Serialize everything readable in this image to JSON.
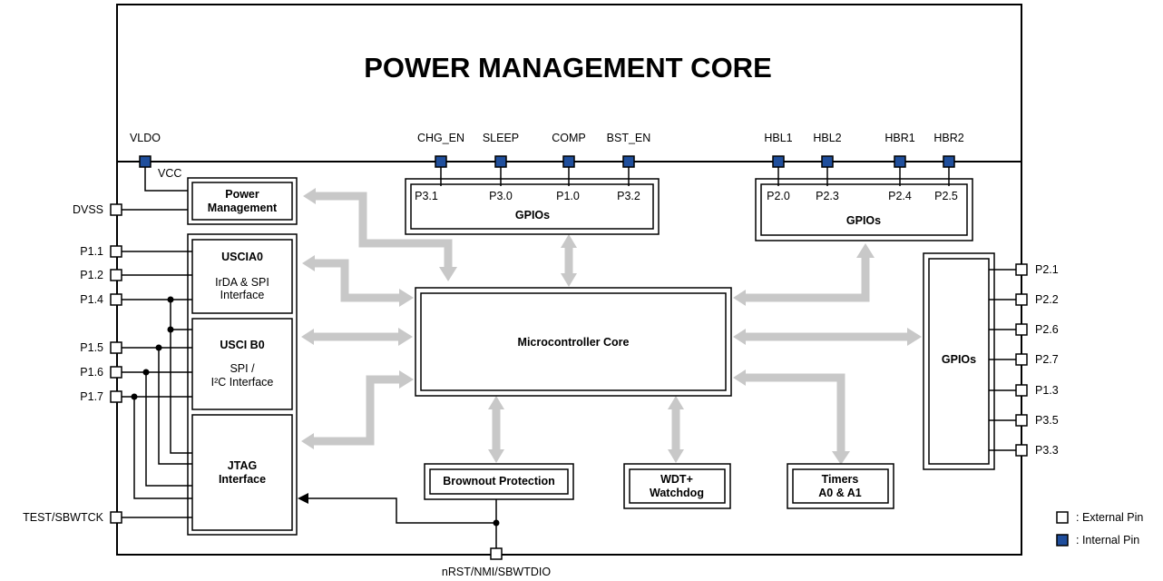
{
  "title": "POWER MANAGEMENT CORE",
  "vcc": "VCC",
  "blocks": {
    "power_management": [
      "Power",
      "Management"
    ],
    "usci_a0": {
      "name": "USCIA0",
      "desc": [
        "IrDA & SPI",
        "Interface"
      ]
    },
    "usci_b0": {
      "name": "USCI B0",
      "desc": [
        "SPI /",
        "I²C Interface"
      ]
    },
    "jtag": [
      "JTAG",
      "Interface"
    ],
    "microcontroller_core": "Microcontroller Core",
    "gpios_top_left": {
      "title": "GPIOs",
      "pins": [
        "P3.1",
        "P3.0",
        "P1.0",
        "P3.2"
      ]
    },
    "gpios_top_right": {
      "title": "GPIOs",
      "pins": [
        "P2.0",
        "P2.3",
        "P2.4",
        "P2.5"
      ]
    },
    "gpios_right": "GPIOs",
    "brownout": "Brownout Protection",
    "wdt": [
      "WDT+",
      "Watchdog"
    ],
    "timers": [
      "Timers",
      "A0 & A1"
    ]
  },
  "internal_pins_top": [
    "VLDO",
    "CHG_EN",
    "SLEEP",
    "COMP",
    "BST_EN",
    "HBL1",
    "HBL2",
    "HBR1",
    "HBR2"
  ],
  "external_pins_left": [
    "DVSS",
    "P1.1",
    "P1.2",
    "P1.4",
    "P1.5",
    "P1.6",
    "P1.7",
    "TEST/SBWTCK"
  ],
  "external_pins_right": [
    "P2.1",
    "P2.2",
    "P2.6",
    "P2.7",
    "P1.3",
    "P3.5",
    "P3.3"
  ],
  "external_pin_bottom": "nRST/NMI/SBWTDIO",
  "legend": {
    "external": ": External Pin",
    "internal": ": Internal Pin"
  },
  "colors": {
    "internal_pin": "#1f4e9c",
    "arrow": "#c8c8c8",
    "line": "#000000"
  }
}
